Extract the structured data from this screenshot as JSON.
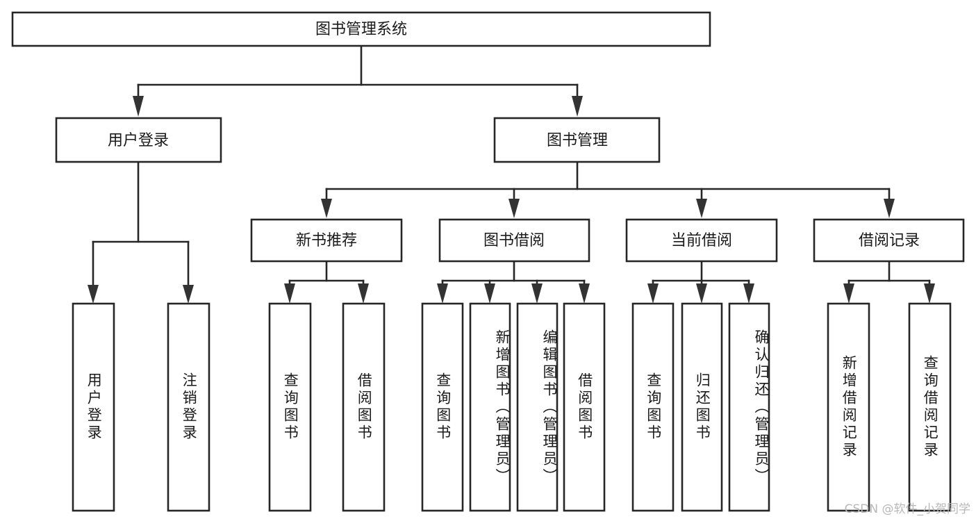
{
  "diagram": {
    "type": "tree",
    "title": "图书管理系统",
    "root": {
      "id": "root",
      "label": "图书管理系统"
    },
    "level2": [
      {
        "id": "user-login",
        "label": "用户登录"
      },
      {
        "id": "book-manage",
        "label": "图书管理"
      }
    ],
    "level3": [
      {
        "id": "new-book-rec",
        "label": "新书推荐",
        "parent": "book-manage"
      },
      {
        "id": "book-borrow",
        "label": "图书借阅",
        "parent": "book-manage"
      },
      {
        "id": "current-borrow",
        "label": "当前借阅",
        "parent": "book-manage"
      },
      {
        "id": "borrow-record",
        "label": "借阅记录",
        "parent": "book-manage"
      }
    ],
    "leaves": [
      {
        "id": "leaf-user-login",
        "label": "用户登录",
        "parent": "user-login"
      },
      {
        "id": "leaf-logout",
        "label": "注销登录",
        "parent": "user-login"
      },
      {
        "id": "leaf-query-book-1",
        "label": "查询图书",
        "parent": "new-book-rec"
      },
      {
        "id": "leaf-borrow-book-1",
        "label": "借阅图书",
        "parent": "new-book-rec"
      },
      {
        "id": "leaf-query-book-2",
        "label": "查询图书",
        "parent": "book-borrow"
      },
      {
        "id": "leaf-add-book",
        "label": "新增图书（管理员）",
        "parent": "book-borrow"
      },
      {
        "id": "leaf-edit-book",
        "label": "编辑图书（管理员）",
        "parent": "book-borrow"
      },
      {
        "id": "leaf-borrow-book-2",
        "label": "借阅图书",
        "parent": "book-borrow"
      },
      {
        "id": "leaf-query-book-3",
        "label": "查询图书",
        "parent": "current-borrow"
      },
      {
        "id": "leaf-return-book",
        "label": "归还图书",
        "parent": "current-borrow"
      },
      {
        "id": "leaf-confirm-return",
        "label": "确认归还（管理员）",
        "parent": "current-borrow"
      },
      {
        "id": "leaf-add-record",
        "label": "新增借阅记录",
        "parent": "borrow-record"
      },
      {
        "id": "leaf-query-record",
        "label": "查询借阅记录",
        "parent": "borrow-record"
      }
    ]
  },
  "watermark": {
    "text": "CSDN @软件_小贺同学"
  },
  "colors": {
    "background": "#ffffff",
    "box_stroke": "#262626",
    "connector": "#262626",
    "text": "#1a1a1a",
    "watermark": "#b8b8b8"
  }
}
